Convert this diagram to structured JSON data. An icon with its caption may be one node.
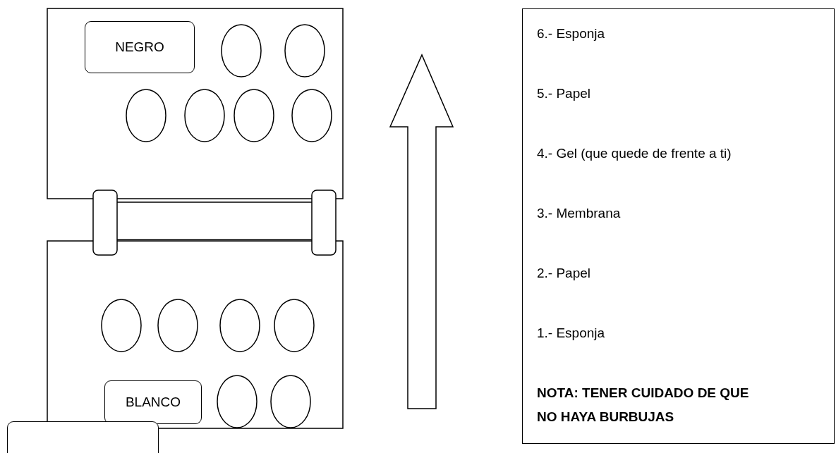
{
  "diagram": {
    "nodes": [
      {
        "text": [
          "NEGRO"
        ]
      },
      {
        "text": [
          "6.- Esponja",
          "5.- Papel",
          "4.- Gel (que quede de frente a ti)",
          "3.- Membrana",
          "2.- Papel",
          "1.- Esponja",
          "NOTA: TENER CUIDADO DE QUE NO HAYA BURBUJAS"
        ]
      },
      {
        "text": [
          "BLANCO"
        ]
      },
      {
        "text": [],
        "shape": "box"
      }
    ],
    "edges": []
  }
}
